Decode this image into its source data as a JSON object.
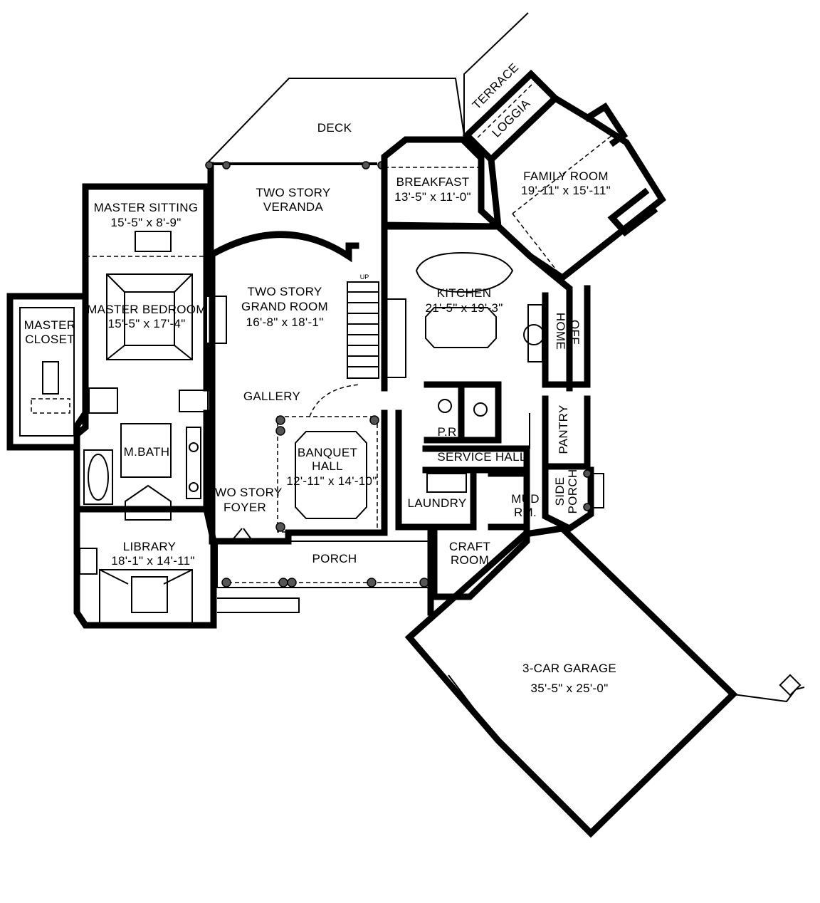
{
  "rooms": {
    "deck": {
      "name": "DECK"
    },
    "terrace": {
      "name": "TERRACE"
    },
    "loggia": {
      "name": "LOGGIA"
    },
    "master_sitting": {
      "name": "MASTER SITTING",
      "dims": "15'-5\" x 8'-9\""
    },
    "veranda": {
      "name_line1": "TWO STORY",
      "name_line2": "VERANDA"
    },
    "breakfast": {
      "name": "BREAKFAST",
      "dims": "13'-5\" x 11'-0\""
    },
    "family_room": {
      "name": "FAMILY ROOM",
      "dims": "19'-11\" x 15'-11\""
    },
    "master_bedroom": {
      "name": "MASTER BEDROOM",
      "dims": "15'-5\" x 17'-4\""
    },
    "grand_room": {
      "name_line1": "TWO STORY",
      "name_line2": "GRAND ROOM",
      "dims": "16'-8\" x 18'-1\""
    },
    "kitchen": {
      "name": "KITCHEN",
      "dims": "21'-5\" x 19'-3\""
    },
    "master_closet": {
      "name_line1": "MASTER",
      "name_line2": "CLOSET"
    },
    "home_office": {
      "name_line1": "HOME",
      "name_line2": "OFF."
    },
    "gallery": {
      "name": "GALLERY"
    },
    "pantry": {
      "name": "PANTRY"
    },
    "powder_room": {
      "name": "P.R"
    },
    "service_hall": {
      "name": "SERVICE HALL"
    },
    "m_bath": {
      "name": "M.BATH"
    },
    "banquet_hall": {
      "name_line1": "BANQUET",
      "name_line2": "HALL",
      "dims": "12'-11\" x 14'-10\""
    },
    "side_porch": {
      "name_line1": "SIDE",
      "name_line2": "PORCH"
    },
    "laundry": {
      "name": "LAUNDRY"
    },
    "mud_room": {
      "name_line1": "MUD",
      "name_line2": "RM."
    },
    "foyer": {
      "name_line1": "TWO STORY",
      "name_line2": "FOYER"
    },
    "library": {
      "name": "LIBRARY",
      "dims": "18'-1\" x 14'-11\""
    },
    "porch": {
      "name": "PORCH"
    },
    "craft_room": {
      "name_line1": "CRAFT",
      "name_line2": "ROOM"
    },
    "garage": {
      "name": "3-CAR GARAGE",
      "dims": "35'-5\" x 25'-0\""
    }
  },
  "stair_marker": "UP"
}
